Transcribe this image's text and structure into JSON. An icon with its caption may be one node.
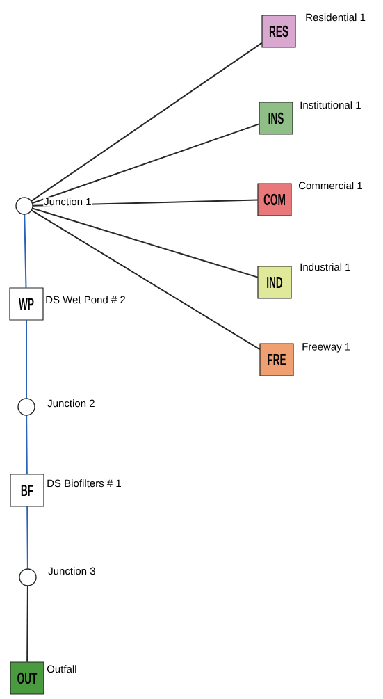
{
  "diagram": {
    "nodes": [
      {
        "text": [
          "RES",
          "Residential 1"
        ]
      },
      {
        "text": [
          "INS",
          "Institutional 1"
        ]
      },
      {
        "text": [
          "COM",
          "Commercial 1"
        ]
      },
      {
        "text": [],
        "shape": "circle",
        "beside": [
          "Junction 1"
        ]
      },
      {
        "text": [
          "IND",
          "Industrial 1"
        ]
      },
      {
        "text": [
          "WP",
          "DS Wet Pond # 2"
        ]
      },
      {
        "text": [
          "FRE",
          "Freeway 1"
        ]
      },
      {
        "text": [],
        "shape": "circle",
        "beside": [
          "Junction 2"
        ]
      },
      {
        "text": [
          "BF",
          "DS Biofilters # 1"
        ]
      },
      {
        "text": [],
        "shape": "circle",
        "beside": [
          "Junction 3"
        ]
      },
      {
        "text": [
          "OUT",
          "Outfall"
        ]
      }
    ],
    "edges": [
      {
        "from": 0,
        "to": 3,
        "arrow": "none"
      },
      {
        "from": 1,
        "to": 3,
        "arrow": "none"
      },
      {
        "from": 2,
        "to": 3,
        "arrow": "none"
      },
      {
        "from": 4,
        "to": 3,
        "arrow": "none"
      },
      {
        "from": 6,
        "to": 3,
        "arrow": "none"
      },
      {
        "from": 3,
        "to": 5,
        "arrow": "none",
        "color": "#2a62b8"
      },
      {
        "from": 5,
        "to": 7,
        "arrow": "none",
        "color": "#2a62b8"
      },
      {
        "from": 7,
        "to": 8,
        "arrow": "none",
        "color": "#2a62b8"
      },
      {
        "from": 8,
        "to": 9,
        "arrow": "none",
        "color": "#2a62b8"
      },
      {
        "from": 9,
        "to": 10,
        "arrow": "none"
      }
    ]
  }
}
